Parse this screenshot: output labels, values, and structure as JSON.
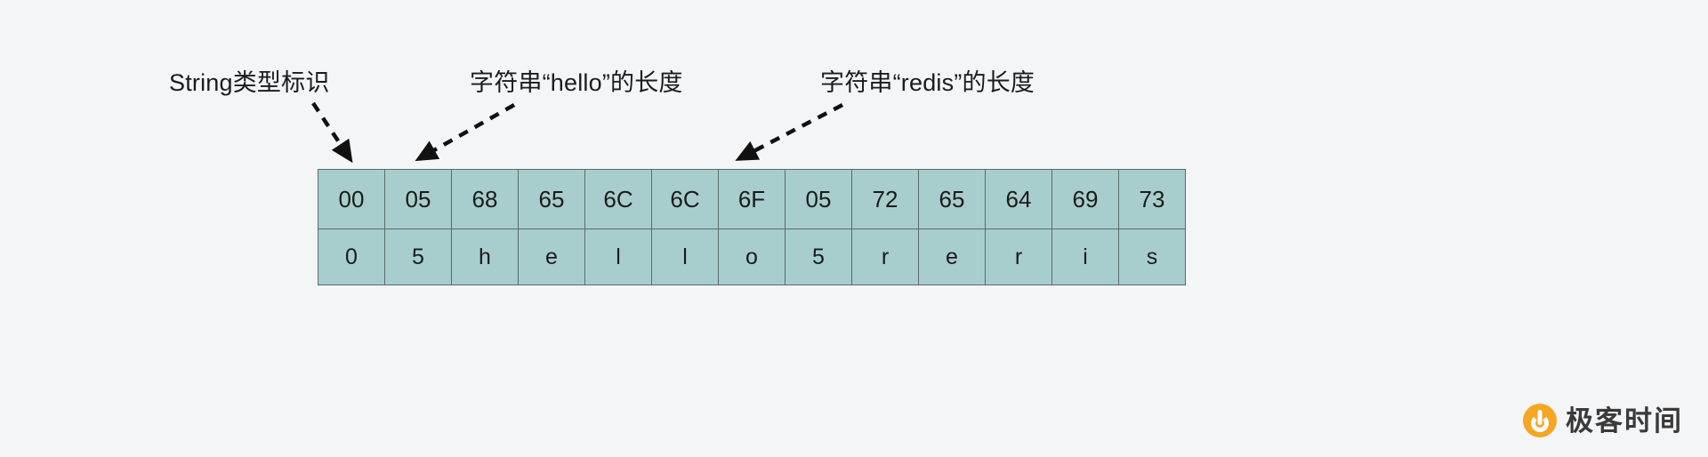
{
  "diagram": {
    "title_hidden": "",
    "background_color": "#f4f5f7",
    "cell_fill_color": "#a8cdcd",
    "cell_border_color": "#5d6a6a",
    "annotations": [
      {
        "id": "string-type",
        "text": "String类型标识",
        "points_to_cell_index": 0
      },
      {
        "id": "hello-length",
        "text": "字符串“hello”的长度",
        "points_to_cell_index": 1
      },
      {
        "id": "redis-length",
        "text": "字符串“redis”的长度",
        "points_to_cell_index": 7
      }
    ],
    "table": {
      "rows": [
        {
          "name": "hex-row",
          "cells": [
            "00",
            "05",
            "68",
            "65",
            "6C",
            "6C",
            "6F",
            "05",
            "72",
            "65",
            "64",
            "69",
            "73"
          ]
        },
        {
          "name": "ascii-row",
          "cells": [
            "0",
            "5",
            "h",
            "e",
            "l",
            "l",
            "o",
            "5",
            "r",
            "e",
            "r",
            "i",
            "s"
          ]
        }
      ]
    }
  },
  "watermark": {
    "text": "极客时间",
    "logo_icon": "geekbang-logo-icon",
    "logo_color": "#f5a623"
  }
}
